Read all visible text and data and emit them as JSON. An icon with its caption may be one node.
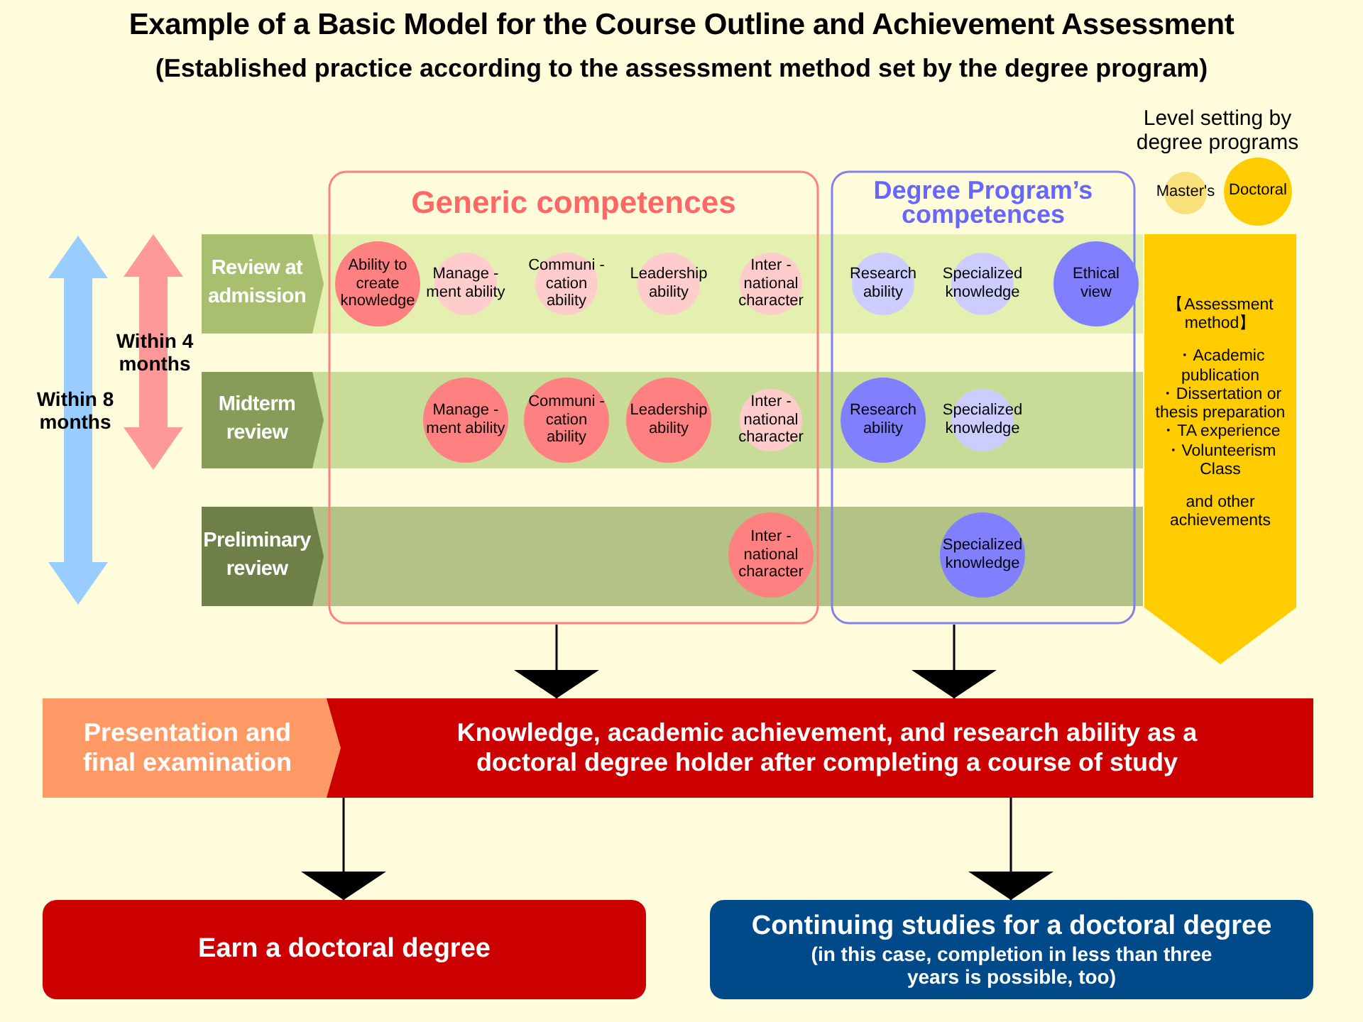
{
  "diagram": {
    "title": "Example of a Basic Model for the Course Outline and Achievement Assessment",
    "caption": "(Established practice according to the assessment method set by the degree program)",
    "nodes": [
      {
        "text": [
          "Generic competences"
        ]
      },
      {
        "text": [
          "Degree Program’s competences"
        ]
      },
      {
        "text": [
          "Review at admission"
        ]
      },
      {
        "text": [
          "Ability to create knowledge"
        ],
        "in": 0
      },
      {
        "text": [
          "Manage -ment ability"
        ],
        "in": 0
      },
      {
        "text": [
          "Communi -cation ability"
        ],
        "in": 0
      },
      {
        "text": [
          "Leadership ability"
        ],
        "in": 0
      },
      {
        "text": [
          "Inter -national character"
        ],
        "in": 0
      },
      {
        "text": [
          "Research ability"
        ],
        "in": 1
      },
      {
        "text": [
          "Specialized knowledge"
        ],
        "in": 1
      },
      {
        "text": [
          "Ethical view"
        ],
        "in": 1
      },
      {
        "text": [
          "Midterm review"
        ]
      },
      {
        "text": [
          "Manage -ment ability"
        ],
        "in": 0
      },
      {
        "text": [
          "Communi -cation ability"
        ],
        "in": 0
      },
      {
        "text": [
          "Leadership ability"
        ],
        "in": 0
      },
      {
        "text": [
          "Inter -national character"
        ],
        "in": 0
      },
      {
        "text": [
          "Research ability"
        ],
        "in": 1
      },
      {
        "text": [
          "Specialized knowledge"
        ],
        "in": 1
      },
      {
        "text": [
          "Preliminary review"
        ]
      },
      {
        "text": [
          "Inter -national character"
        ],
        "in": 0
      },
      {
        "text": [
          "Specialized knowledge"
        ],
        "in": 1
      },
      {
        "text": [
          "【Assessment method】",
          "・Academic publication",
          "・Dissertation or thesis preparation",
          "・TA experience",
          "・Volunteerism Class",
          "and other achievements"
        ]
      },
      {
        "text": [
          "Presentation and final examination"
        ]
      },
      {
        "text": [
          "Knowledge, academic achievement, and research ability as a doctoral degree holder after completing a course of study"
        ]
      },
      {
        "text": [
          "Earn a doctoral degree"
        ]
      },
      {
        "text": [
          "Continuing studies for a doctoral degree",
          "(in this case, completion in less than three years is possible, too)"
        ]
      }
    ],
    "edges": [
      {
        "from": 0,
        "to": 23,
        "arrow": "to"
      },
      {
        "from": 1,
        "to": 23,
        "arrow": "to"
      },
      {
        "from": 23,
        "to": 24,
        "arrow": "to"
      },
      {
        "from": 23,
        "to": 25,
        "arrow": "to"
      }
    ],
    "labels": [
      "Level setting by degree programs",
      "Within 8 months",
      "Within 4 months"
    ],
    "legend": [
      {
        "text": "Master's",
        "color": "#f9e07a"
      },
      {
        "text": "Doctoral",
        "color": "#ffcc00"
      }
    ]
  }
}
